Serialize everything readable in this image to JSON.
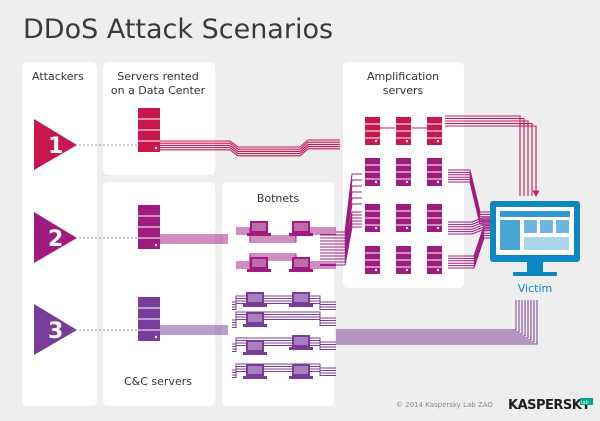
{
  "title": "DDoS Attack Scenarios",
  "labels": {
    "attackers": "Attackers",
    "servers_line1": "Servers rented",
    "servers_line2": "on a Data Center",
    "amp_line1": "Amplification",
    "amp_line2": "servers",
    "botnets": "Botnets",
    "cc_servers": "C&C servers",
    "victim": "Victim"
  },
  "attackers": [
    "1",
    "2",
    "3"
  ],
  "footer": {
    "copyright": "© 2014 Kaspersky Lab ZAO",
    "logo": "KASPERSKY",
    "logo_sup": "lab"
  },
  "colors": {
    "red": "#c8174d",
    "magenta": "#a01b80",
    "purple": "#7a3c9a",
    "victim_blue": "#0d86c6",
    "panel": "#ffffff",
    "background": "#eeeeee"
  }
}
